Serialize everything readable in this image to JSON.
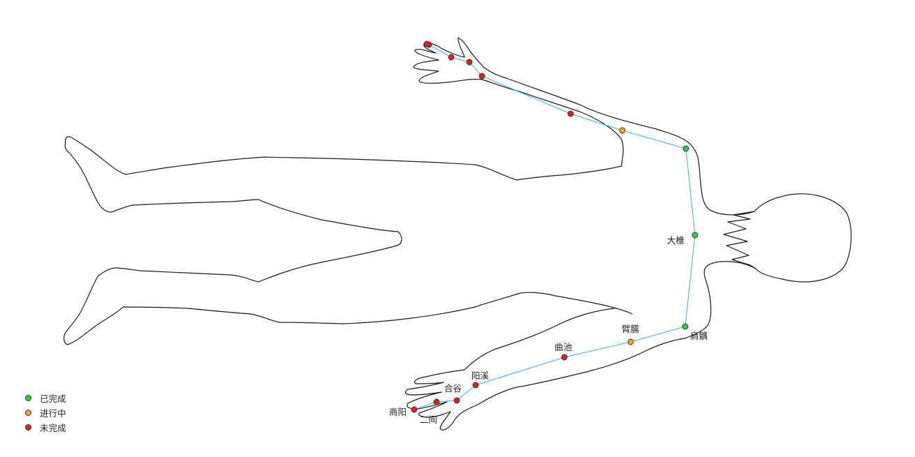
{
  "legend": [
    {
      "key": "done",
      "label": "已完成",
      "color": "#2ecc40"
    },
    {
      "key": "progress",
      "label": "进行中",
      "color": "#f5a623"
    },
    {
      "key": "todo",
      "label": "未完成",
      "color": "#e02020"
    }
  ],
  "labels": {
    "dazhui": "大椎",
    "jianyu": "肩髃",
    "binao": "臂臑",
    "quchi": "曲池",
    "yangxi": "阳溪",
    "hegu": "合谷",
    "shangyang": "商阳",
    "erjian": "二间"
  },
  "points": {
    "dazhui": "done",
    "jianyu": "done",
    "binao": "progress",
    "quchi": "todo",
    "yangxi": "todo",
    "hegu": "todo",
    "sanjian": "todo",
    "erjian": "todo",
    "shangyang": "todo",
    "top_jianyu": "done",
    "top_binao": "progress",
    "top_quchi": "todo",
    "top_yangxi": "todo",
    "top_hegu": "todo",
    "top_sanjian": "todo",
    "top_erjian": "todo",
    "top_shangyang": "todo"
  }
}
